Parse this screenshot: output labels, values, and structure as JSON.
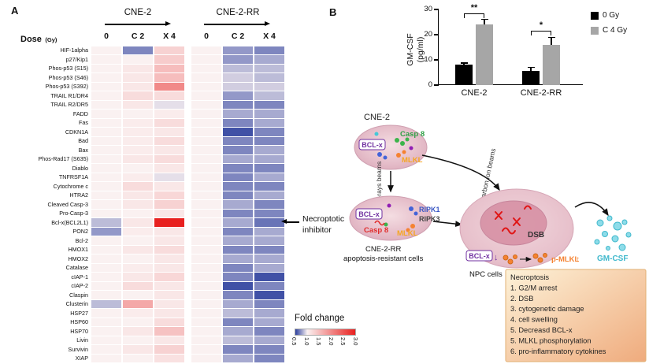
{
  "panel_a": {
    "label": "A",
    "dose_label": "Dose",
    "dose_unit": "(Gy)",
    "groups": [
      "CNE-2",
      "CNE-2-RR"
    ],
    "doses": [
      "0",
      "C 2",
      "X 4",
      "0",
      "C 2",
      "X 4"
    ],
    "annotation_line1": "Necroptotic",
    "annotation_line2": "inhibitor",
    "legend_title": "Fold change",
    "legend_ticks": [
      "0.5",
      "1.0",
      "1.5",
      "2.0",
      "2.5",
      "3.0"
    ]
  },
  "panel_b": {
    "label": "B"
  },
  "chart_data": [
    {
      "type": "heatmap",
      "col_groups": [
        "CNE-2",
        "CNE-2-RR"
      ],
      "columns": [
        "CNE-2 0Gy",
        "CNE-2 C2Gy",
        "CNE-2 X4Gy",
        "CNE-2-RR 0Gy",
        "CNE-2-RR C2Gy",
        "CNE-2-RR X4Gy"
      ],
      "legend_title": "Fold change",
      "color_scale": {
        "min": 0.5,
        "mid": 1.0,
        "max": 3.0,
        "min_color": "#2b3f9e",
        "mid_color": "#faf1f1",
        "max_color": "#e8201f"
      },
      "rows": [
        "HIF-1alpha",
        "p27/Kip1",
        "Phos-p53 (S15)",
        "Phos-p53 (S46)",
        "Phos-p53 (S392)",
        "TRAIL R1/DR4",
        "TRAIL R2/DR5",
        "FADD",
        "Fas",
        "CDKN1A",
        "Bad",
        "Bax",
        "Phos-Rad17 (S635)",
        "Diablo",
        "TNFRSF1A",
        "Cytochrome c",
        "HTRA2",
        "Cleaved Casp-3",
        "Pro-Casp-3",
        "Bcl-x(BCL2L1)",
        "PON2",
        "Bcl-2",
        "HMOX1",
        "HMOX2",
        "Catalase",
        "cIAP-1",
        "cIAP-2",
        "Claspin",
        "Clusterin",
        "HSP27",
        "HSP60",
        "HSP70",
        "Livin",
        "Survivin",
        "XIAP"
      ],
      "values": [
        [
          1.0,
          0.7,
          1.3,
          1.0,
          0.75,
          0.7
        ],
        [
          1.0,
          1.0,
          1.35,
          1.0,
          0.75,
          0.8
        ],
        [
          1.0,
          1.1,
          1.5,
          1.0,
          0.85,
          0.85
        ],
        [
          1.0,
          1.1,
          1.5,
          1.0,
          0.9,
          0.85
        ],
        [
          1.0,
          1.1,
          2.0,
          1.0,
          0.9,
          0.9
        ],
        [
          1.0,
          1.2,
          1.2,
          1.0,
          0.75,
          0.85
        ],
        [
          1.0,
          1.1,
          0.95,
          1.0,
          0.7,
          0.7
        ],
        [
          1.0,
          1.0,
          1.05,
          1.0,
          0.8,
          0.8
        ],
        [
          1.0,
          1.05,
          1.2,
          1.0,
          0.7,
          0.8
        ],
        [
          1.0,
          1.05,
          1.1,
          1.0,
          0.55,
          0.7
        ],
        [
          1.0,
          1.05,
          1.2,
          1.0,
          0.7,
          0.7
        ],
        [
          1.0,
          1.05,
          1.1,
          1.0,
          0.7,
          0.8
        ],
        [
          1.0,
          1.1,
          1.2,
          1.0,
          0.8,
          0.8
        ],
        [
          1.0,
          1.0,
          1.1,
          1.0,
          0.7,
          0.7
        ],
        [
          1.0,
          1.05,
          0.95,
          1.0,
          0.7,
          0.8
        ],
        [
          1.0,
          1.2,
          1.1,
          1.0,
          0.7,
          0.7
        ],
        [
          1.0,
          1.1,
          1.25,
          1.0,
          0.7,
          0.8
        ],
        [
          1.0,
          1.1,
          1.3,
          1.0,
          0.8,
          0.7
        ],
        [
          1.0,
          1.0,
          1.1,
          1.0,
          0.7,
          0.7
        ],
        [
          0.85,
          1.1,
          3.0,
          1.0,
          0.8,
          0.65
        ],
        [
          0.75,
          1.05,
          1.1,
          1.0,
          0.7,
          0.8
        ],
        [
          1.0,
          1.0,
          1.1,
          1.0,
          0.8,
          0.8
        ],
        [
          1.0,
          1.1,
          1.2,
          1.0,
          0.7,
          0.7
        ],
        [
          1.0,
          1.0,
          1.1,
          1.0,
          0.8,
          0.8
        ],
        [
          1.0,
          1.05,
          1.1,
          1.0,
          0.7,
          0.8
        ],
        [
          1.0,
          1.1,
          1.25,
          1.0,
          0.7,
          0.55
        ],
        [
          1.0,
          1.2,
          1.1,
          1.0,
          0.55,
          0.7
        ],
        [
          1.0,
          1.0,
          1.1,
          1.0,
          0.7,
          0.55
        ],
        [
          0.85,
          1.7,
          1.1,
          1.0,
          0.8,
          0.7
        ],
        [
          1.0,
          1.05,
          1.1,
          1.0,
          0.85,
          0.8
        ],
        [
          1.0,
          1.0,
          1.2,
          1.0,
          0.7,
          0.8
        ],
        [
          1.0,
          1.1,
          1.45,
          1.0,
          0.8,
          0.7
        ],
        [
          1.0,
          1.0,
          1.1,
          1.0,
          0.85,
          0.8
        ],
        [
          1.0,
          1.1,
          1.3,
          1.0,
          0.7,
          0.7
        ],
        [
          1.0,
          1.0,
          1.15,
          1.0,
          0.8,
          0.7
        ]
      ]
    },
    {
      "type": "bar",
      "ylabel_line1": "GM-CSF",
      "ylabel_line2": "(pg/ml)",
      "categories": [
        "CNE-2",
        "CNE-2-RR"
      ],
      "series": [
        {
          "name": "0 Gy",
          "color": "#000000",
          "values": [
            8,
            5.5
          ],
          "errors": [
            0.8,
            1.5
          ]
        },
        {
          "name": "C 4 Gy",
          "color": "#a6a6a6",
          "values": [
            24,
            16
          ],
          "errors": [
            2,
            3
          ]
        }
      ],
      "ylim": [
        0,
        30
      ],
      "yticks": [
        0,
        10,
        20,
        30
      ],
      "significance": [
        "**",
        "*"
      ]
    }
  ],
  "diagram": {
    "cell1_label": "CNE-2",
    "bclx": "BCL-x",
    "casp8": "Casp 8",
    "mlkl": "MLKL",
    "ripk1": "RIPK1",
    "ripk3": "RIPK3",
    "xray_beams": "X-rays beams",
    "carbon_beams": "Carbon ion beams",
    "cell2_caption1": "CNE-2-RR",
    "cell2_caption2": "apoptosis-resistant cells",
    "dsb": "DSB",
    "down_arrow": "↓",
    "up_arrow": "↑",
    "pmlkl": "p-MLKL",
    "gmcsf": "GM-CSF",
    "npc_caption": "NPC cells",
    "necroptosis_box": [
      "Necroptosis",
      "1. G2/M arrest",
      "2. DSB",
      "3. cytogenetic damage",
      "4. cell swelling",
      "5. Decreasd BCL-x",
      "5. MLKL phosphorylation",
      "6. pro-inflammatory cytokines"
    ]
  }
}
